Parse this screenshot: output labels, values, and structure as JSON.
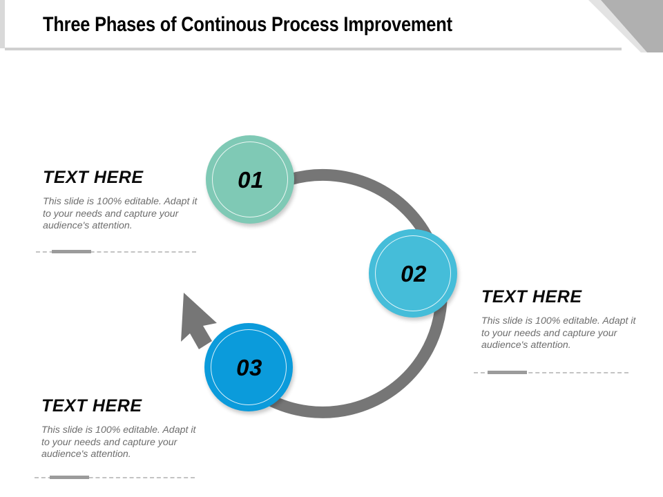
{
  "slide": {
    "title": "Three Phases of Continous Process Improvement",
    "background_color": "#ffffff"
  },
  "theme": {
    "arc_color": "#767676",
    "rule_dash_color": "#c3c3c3",
    "rule_solid_color": "#9b9b9b",
    "heading_color": "#0a0a0a",
    "body_color": "#6d6d6d",
    "corner_dark_color": "#b0b0b0",
    "corner_light_color": "#e3e3e3"
  },
  "diagram": {
    "type": "cycle",
    "arrow_direction": "counter-clockwise",
    "nodes": [
      {
        "number": "01",
        "color": "#7fc9b5",
        "ring_color": "#ffffff"
      },
      {
        "number": "02",
        "color": "#45bdd9",
        "ring_color": "#ffffff"
      },
      {
        "number": "03",
        "color": "#0b9bdb",
        "ring_color": "#ffffff"
      }
    ]
  },
  "blocks": [
    {
      "heading": "TEXT HERE",
      "body": "This slide is 100% editable. Adapt it to your needs and capture your audience's attention."
    },
    {
      "heading": "TEXT HERE",
      "body": "This slide is 100% editable. Adapt it to your needs and capture your audience's attention."
    },
    {
      "heading": "TEXT HERE",
      "body": "This slide is 100% editable. Adapt it to your needs and capture your audience's attention."
    }
  ]
}
